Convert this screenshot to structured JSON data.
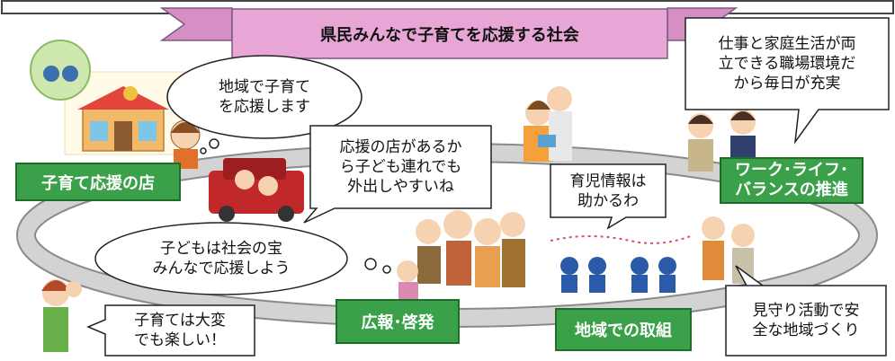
{
  "banner": {
    "title": "県民みんなで子育てを応援する社会"
  },
  "labels": {
    "shop": "子育て応援の店",
    "work_life": "ワーク･ライフ･\nバランスの推進",
    "pr": "広報･啓発",
    "community": "地域での取組"
  },
  "bubbles": {
    "shop_support": "地域で子育て\nを応援します",
    "work_life_speech": "仕事と家庭生活が両\n立できる職場環境だ\nから毎日が充実",
    "store_family": "応援の店があるか\nら子ども連れでも\n外出しやすいね",
    "child_info": "育児情報は\n助かるわ",
    "society_treasure": "子どもは社会の宝\nみんなで応援しよう",
    "hard_but_fun": "子育ては大変\nでも楽しい！",
    "watch_activity": "見守り活動で安\n全な地域づくり"
  },
  "colors": {
    "green_label": "#3aa04a",
    "banner_fill": "#e7a6d6",
    "ring_fill": "#d3d3d3",
    "ring_stroke": "#8a8a8a"
  },
  "icons": [
    "shop-icon",
    "family-car-icon",
    "couple-icon",
    "workers-icon",
    "elders-icon",
    "children-line-icon",
    "mother-child-icon",
    "badge-icon"
  ]
}
